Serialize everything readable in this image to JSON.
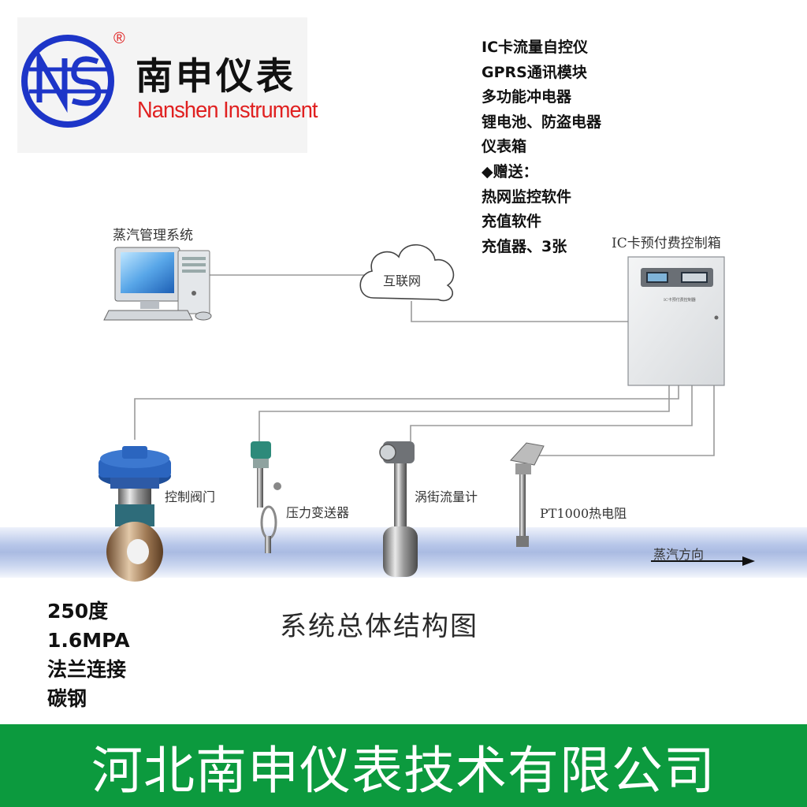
{
  "logo": {
    "mark": "NS",
    "chinese_name": "南申仪表",
    "english_name": "Nanshen Instrument",
    "registered_mark": "®"
  },
  "features": {
    "items": [
      "IC卡流量自控仪",
      "GPRS通讯模块",
      "多功能冲电器",
      "锂电池、防盗电器",
      "仪表箱",
      "◆赠送：",
      "热网监控软件",
      "充值软件",
      "充值器、3张"
    ]
  },
  "diagram": {
    "management_system": "蒸汽管理系统",
    "internet": "互联网",
    "control_box": "IC卡预付费控制箱",
    "control_box_panel": "IC卡预付费控制器",
    "control_valve": "控制阀门",
    "pressure_transmitter": "压力变送器",
    "vortex_flowmeter": "涡街流量计",
    "thermal_resistor": "PT1000热电阻",
    "steam_direction": "蒸汽方向",
    "caption": "系统总体结构图"
  },
  "specs": {
    "items": [
      "250度",
      "1.6MPA",
      "法兰连接",
      "碳钢"
    ]
  },
  "footer": {
    "company": "河北南申仪表技术有限公司"
  },
  "colors": {
    "logo_blue": "#1d35c8",
    "logo_red": "#e02020",
    "footer_green": "#0c9a3e",
    "pipe_blue": "#c3d0ec"
  }
}
